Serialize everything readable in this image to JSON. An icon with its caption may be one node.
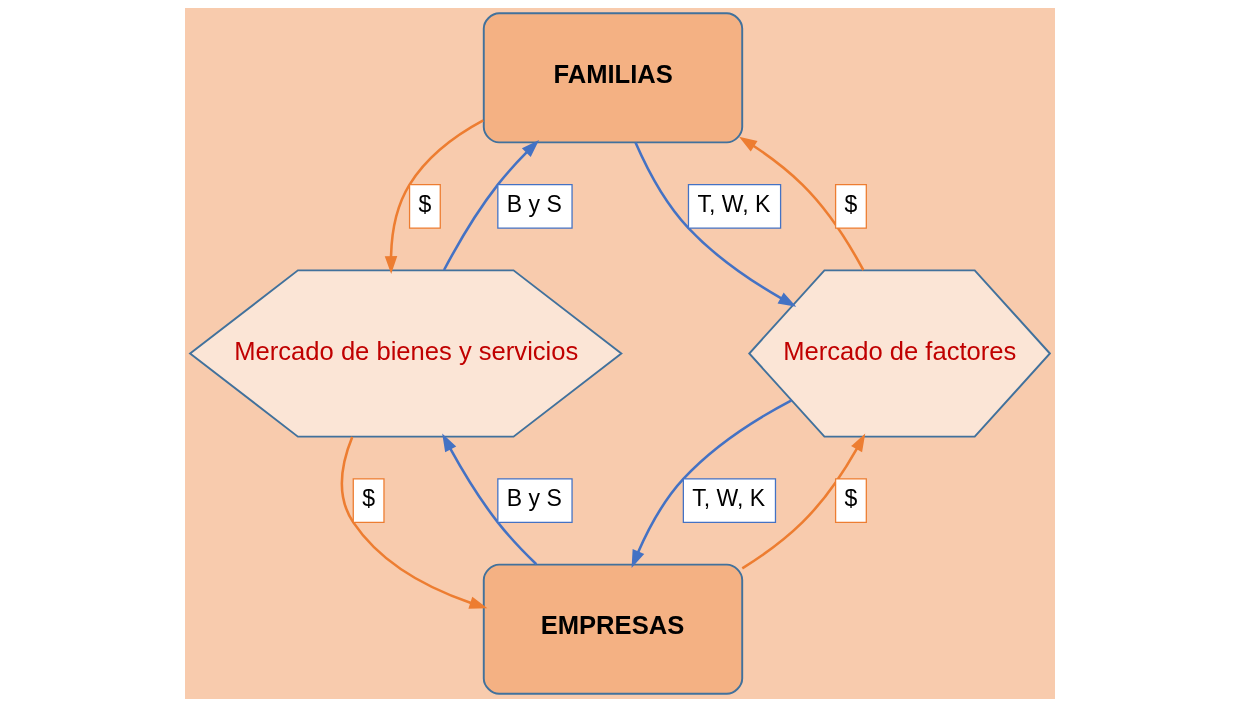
{
  "diagram": {
    "nodes": [
      {
        "text": [
          "FAMILIAS"
        ]
      },
      {
        "text": [
          "Mercado de bienes y servicios"
        ]
      },
      {
        "text": [
          "Mercado de factores"
        ]
      },
      {
        "text": [
          "EMPRESAS"
        ]
      }
    ],
    "edges": [
      {
        "from": 1,
        "to": 0,
        "arrow": "to",
        "label": "B y S",
        "color": "#4472c4"
      },
      {
        "from": 0,
        "to": 1,
        "arrow": "to",
        "label": "$",
        "color": "#ed7d31"
      },
      {
        "from": 0,
        "to": 2,
        "arrow": "to",
        "label": "T, W, K",
        "color": "#4472c4"
      },
      {
        "from": 2,
        "to": 0,
        "arrow": "to",
        "label": "$",
        "color": "#ed7d31"
      },
      {
        "from": 1,
        "to": 3,
        "arrow": "to",
        "label": "$",
        "color": "#ed7d31"
      },
      {
        "from": 3,
        "to": 1,
        "arrow": "to",
        "label": "B y S",
        "color": "#4472c4"
      },
      {
        "from": 3,
        "to": 2,
        "arrow": "to",
        "label": "$",
        "color": "#ed7d31"
      },
      {
        "from": 2,
        "to": 3,
        "arrow": "to",
        "label": "T, W, K",
        "color": "#4472c4"
      }
    ]
  }
}
